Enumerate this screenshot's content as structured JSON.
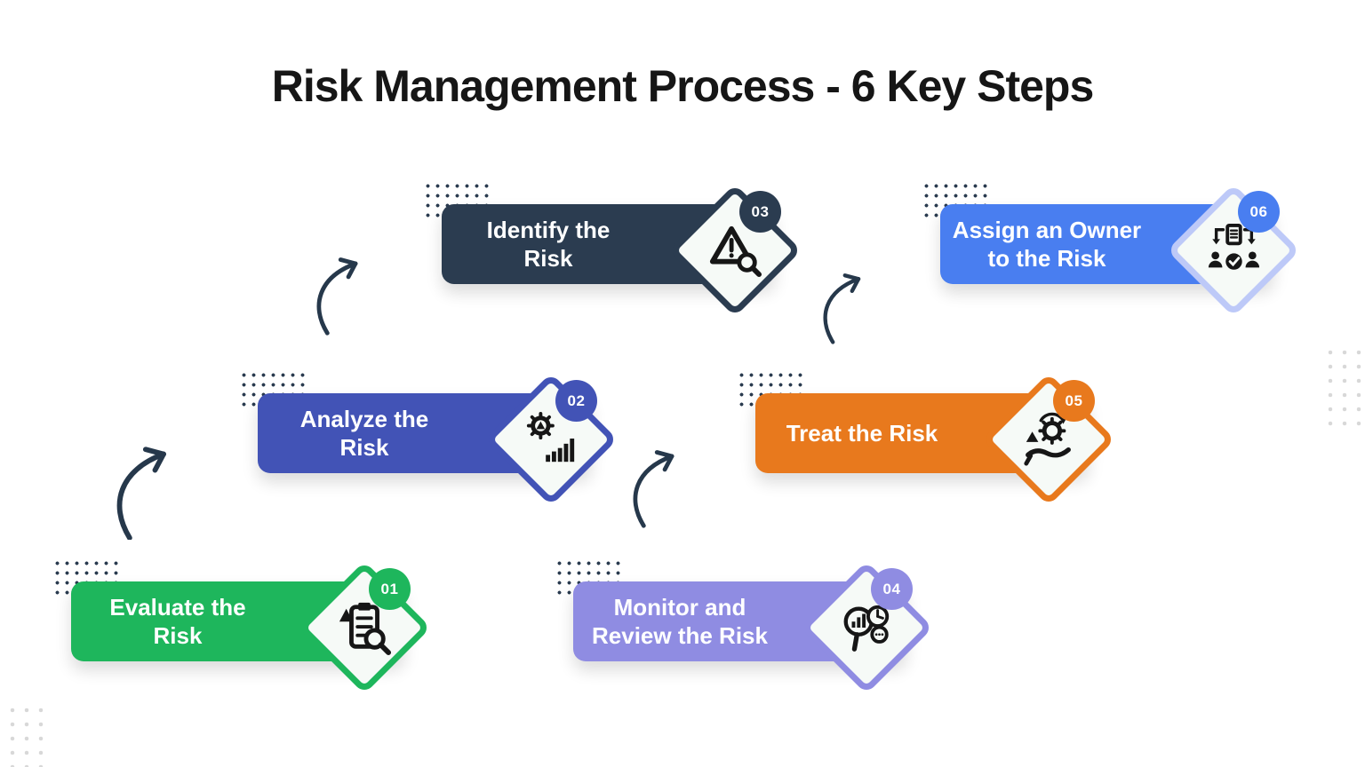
{
  "title": "Risk Management Process - 6 Key Steps",
  "colors": {
    "background": "#ffffff",
    "title": "#161616",
    "arrow": "#26384b",
    "dots_dark": "#2b3c50",
    "dots_light": "#d8d8d8",
    "diamond_fill": "#f6faf7"
  },
  "steps": [
    {
      "number": "01",
      "label_line1": "Evaluate the",
      "label_line2": "Risk",
      "accent": "#1eb65c",
      "tint": "#94ddb4",
      "diamond_border": "#1eb65c",
      "icon": "clipboard-search-icon"
    },
    {
      "number": "02",
      "label_line1": "Analyze the",
      "label_line2": "Risk",
      "accent": "#4253b6",
      "tint": "#aeb6e4",
      "diamond_border": "#4253b6",
      "icon": "gear-alert-chart-icon"
    },
    {
      "number": "03",
      "label_line1": "Identify the",
      "label_line2": "Risk",
      "accent": "#2b3c50",
      "tint": "#a3b2c0",
      "diamond_border": "#2b3c50",
      "icon": "warning-magnifier-icon"
    },
    {
      "number": "04",
      "label_line1": "Monitor and",
      "label_line2": "Review the Risk",
      "accent": "#8f8ce2",
      "tint": "#cfcdf4",
      "diamond_border": "#8f8ce2",
      "icon": "magnifier-clock-icon"
    },
    {
      "number": "05",
      "label_line1": "Treat the Risk",
      "label_line2": "",
      "accent": "#e8791d",
      "tint": "#f3c496",
      "diamond_border": "#e8791d",
      "icon": "hand-gear-sync-icon"
    },
    {
      "number": "06",
      "label_line1": "Assign an Owner",
      "label_line2": "to the Risk",
      "accent": "#497ef0",
      "tint": "#ccd6fb",
      "diamond_border": "#bdc9f8",
      "icon": "assign-owner-icon"
    }
  ]
}
